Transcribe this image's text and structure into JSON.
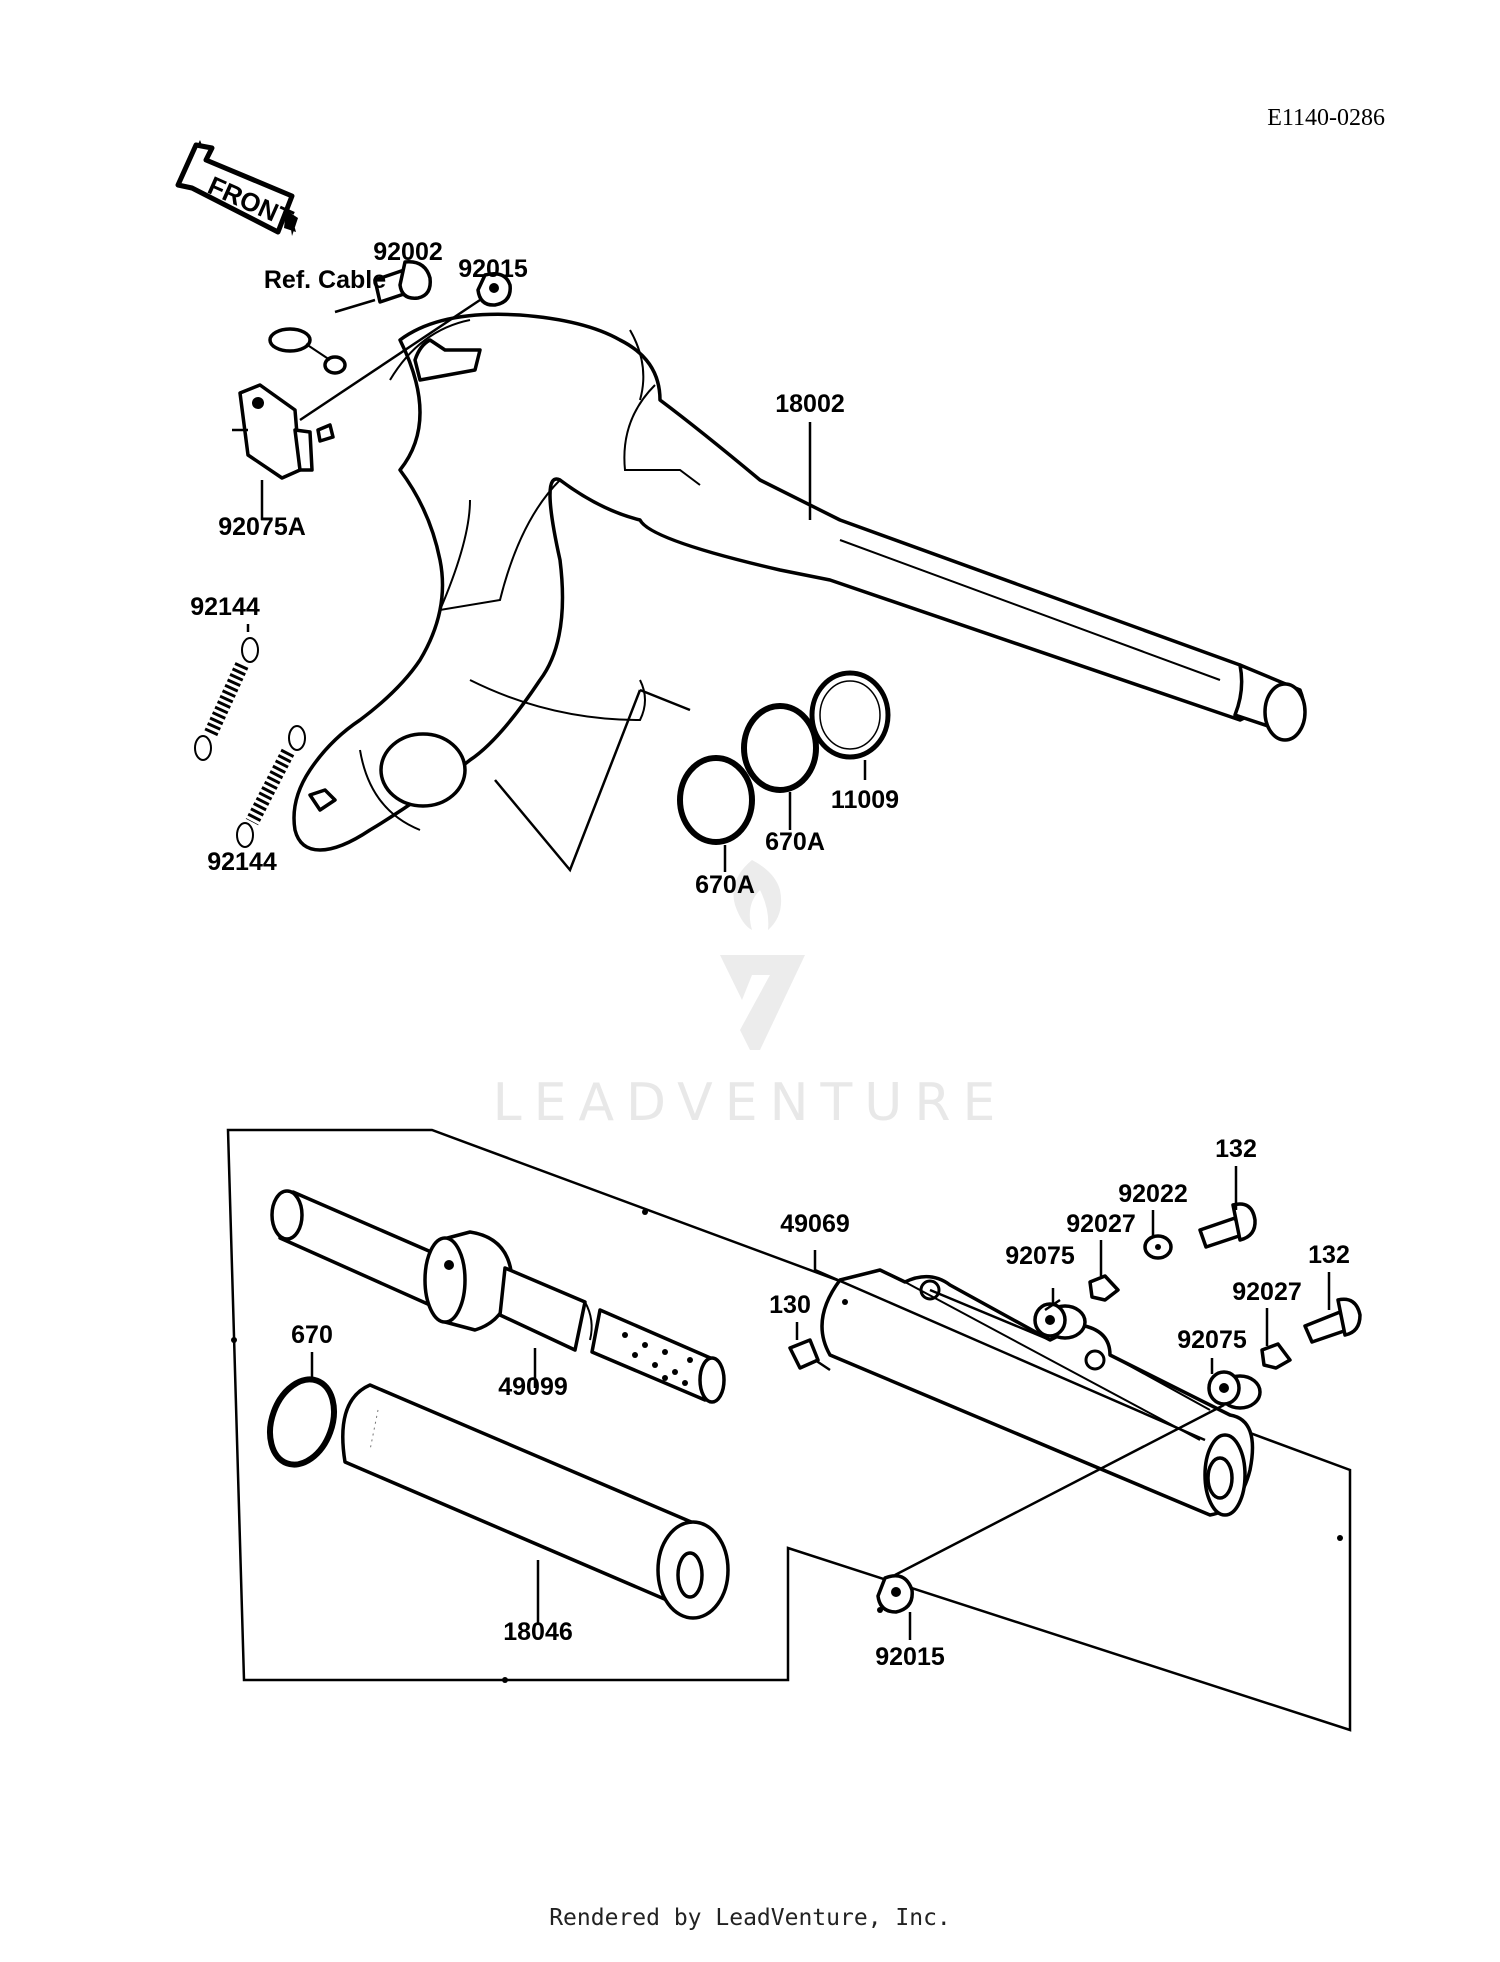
{
  "diagram_code": "E1140-0286",
  "front_arrow": {
    "label": "FRONT",
    "icon": "front-arrow-icon"
  },
  "ref_cable": "Ref. Cable",
  "watermark": {
    "text": "LEADVENTURE",
    "icon": "leadventure-logo-icon"
  },
  "footer": "Rendered by LeadVenture, Inc.",
  "callouts": {
    "c92002": "92002",
    "c92015_top": "92015",
    "c18002": "18002",
    "c92075a": "92075A",
    "c92144_a": "92144",
    "c92144_b": "92144",
    "c11009": "11009",
    "c670a_1": "670A",
    "c670a_2": "670A",
    "c49069": "49069",
    "c132_a": "132",
    "c132_b": "132",
    "c92022": "92022",
    "c92027_a": "92027",
    "c92027_b": "92027",
    "c92075_a": "92075",
    "c92075_b": "92075",
    "c130": "130",
    "c670": "670",
    "c49099": "49099",
    "c18046": "18046",
    "c92015_bottom": "92015"
  }
}
